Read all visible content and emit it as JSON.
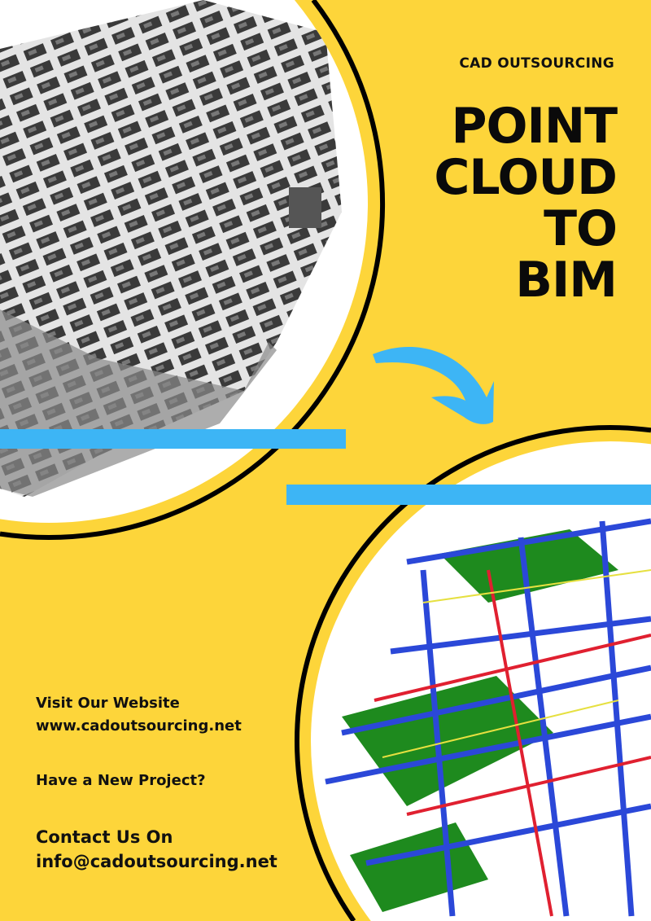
{
  "header": {
    "kicker": "CAD OUTSOURCING",
    "title_lines": [
      "POINT",
      "CLOUD",
      "TO",
      "BIM"
    ]
  },
  "contact": {
    "visit_label": "Visit Our Website",
    "website": "www.cadoutsourcing.net",
    "project_prompt": "Have a New Project?",
    "contact_label": "Contact Us On",
    "email": "info@cadoutsourcing.net"
  },
  "colors": {
    "background": "#fdd53a",
    "accent_blue": "#3db5f5",
    "outline": "#000000"
  }
}
